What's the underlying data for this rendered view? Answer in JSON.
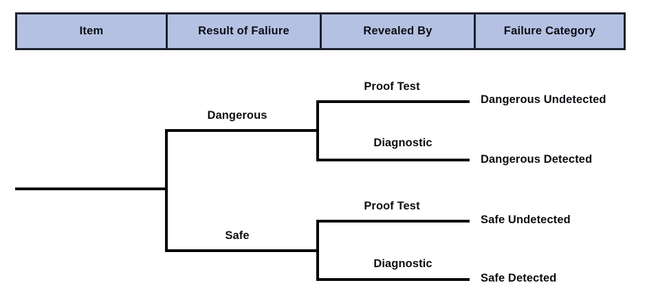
{
  "header": {
    "columns": [
      {
        "label": "Item"
      },
      {
        "label": "Result of Faliure"
      },
      {
        "label": "Revealed By"
      },
      {
        "label": "Failure Category"
      }
    ],
    "fill_color": "#b4c1e3",
    "border_color": "#1b1f2a",
    "text_color": "#0d0d12"
  },
  "diagram": {
    "type": "tree",
    "line_color": "#000000",
    "root": {
      "label": ""
    },
    "level1": [
      {
        "label": "Dangerous"
      },
      {
        "label": "Safe"
      }
    ],
    "level2": [
      {
        "label": "Proof Test"
      },
      {
        "label": "Diagnostic"
      },
      {
        "label": "Proof Test"
      },
      {
        "label": "Diagnostic"
      }
    ],
    "outcomes": [
      {
        "label": "Dangerous Undetected"
      },
      {
        "label": "Dangerous Detected"
      },
      {
        "label": "Safe Undetected"
      },
      {
        "label": "Safe Detected"
      }
    ],
    "paths": [
      {
        "result": "Dangerous",
        "revealed_by": "Proof Test",
        "category": "Dangerous Undetected"
      },
      {
        "result": "Dangerous",
        "revealed_by": "Diagnostic",
        "category": "Dangerous Detected"
      },
      {
        "result": "Safe",
        "revealed_by": "Proof Test",
        "category": "Safe Undetected"
      },
      {
        "result": "Safe",
        "revealed_by": "Diagnostic",
        "category": "Safe Detected"
      }
    ]
  }
}
